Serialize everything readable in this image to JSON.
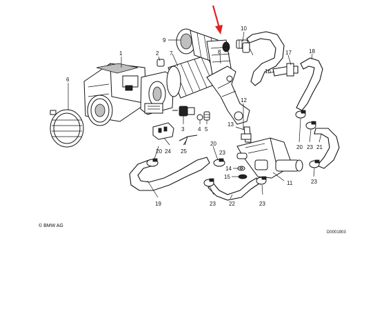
{
  "callouts": {
    "n1": "1",
    "n2": "2",
    "n3": "3",
    "n4": "4",
    "n5": "5",
    "n6": "6",
    "n7": "7",
    "n8": "8",
    "n9": "9",
    "n10": "10",
    "n11": "11",
    "n12": "12",
    "n13": "13",
    "n14": "14",
    "n15": "15",
    "n16": "16",
    "n17": "17",
    "n18": "18",
    "n19": "19",
    "n20a": "20",
    "n20b": "20",
    "n20c": "20",
    "n21": "21",
    "n22": "22",
    "n23a": "23",
    "n23b": "23",
    "n23c": "23",
    "n23d": "23",
    "n23e": "23",
    "n24": "24",
    "n25": "25"
  },
  "footer": {
    "copyright": "© BMW AG",
    "doc_id": "D0001903"
  },
  "colors": {
    "line": "#111111",
    "arrow": "#e02020",
    "background": "#ffffff"
  }
}
